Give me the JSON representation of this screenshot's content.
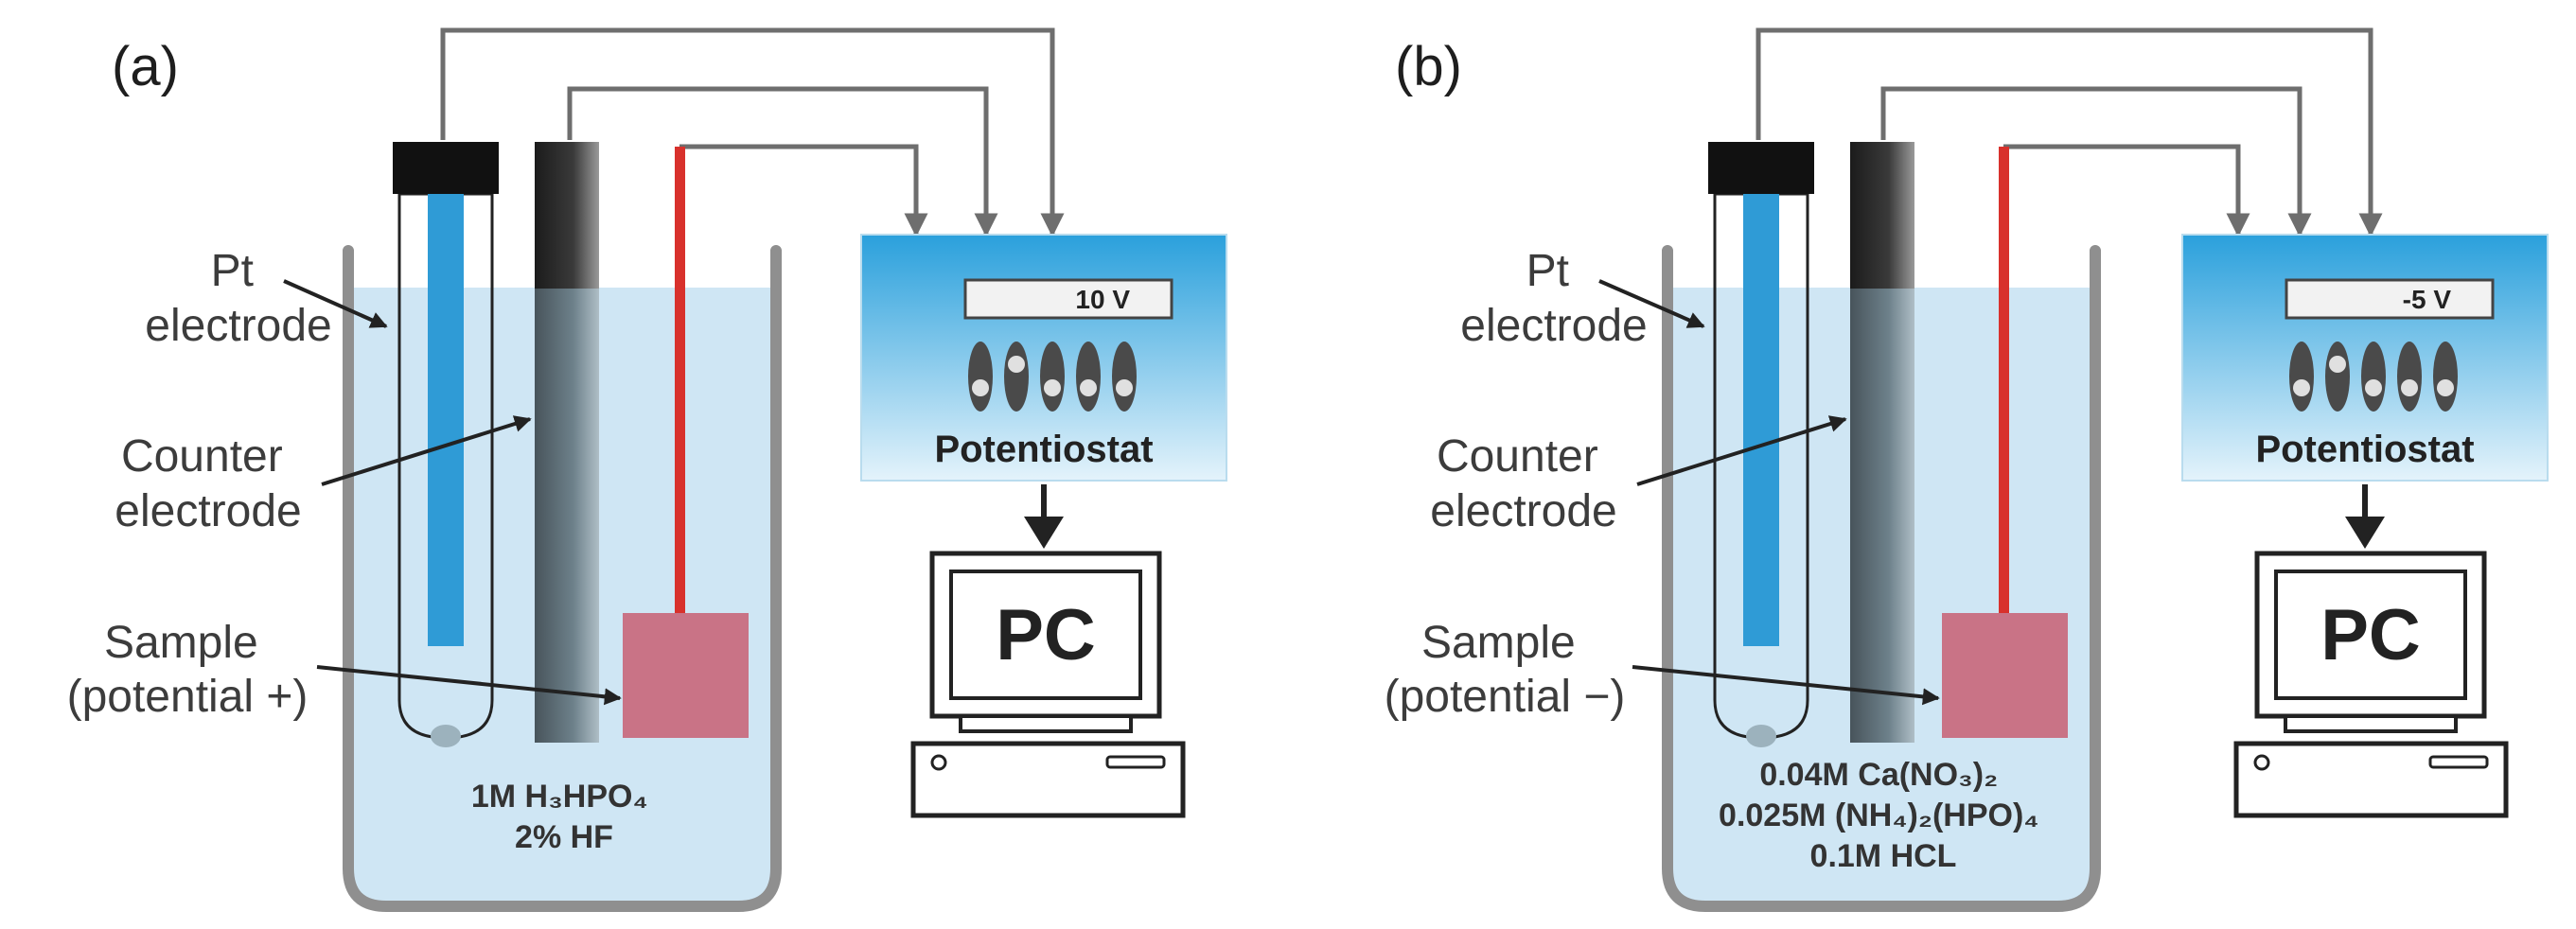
{
  "panels": [
    {
      "id": "a",
      "label": "(a)",
      "pt_label": [
        "Pt",
        "electrode"
      ],
      "counter_label": [
        "Counter",
        "electrode"
      ],
      "sample_label": [
        "Sample",
        "(potential +)"
      ],
      "solution": [
        "1M H₃HPO₄",
        "2% HF"
      ],
      "voltage": "10 V",
      "potentiostat": "Potentiostat",
      "pc": "PC"
    },
    {
      "id": "b",
      "label": "(b)",
      "pt_label": [
        "Pt",
        "electrode"
      ],
      "counter_label": [
        "Counter",
        "electrode"
      ],
      "sample_label": [
        "Sample",
        "(potential −)"
      ],
      "solution": [
        "0.04M Ca(NO₃)₂",
        "0.025M (NH₄)₂(HPO)₄",
        "0.1M HCL"
      ],
      "voltage": "-5 V",
      "potentiostat": "Potentiostat",
      "pc": "PC"
    }
  ],
  "colors": {
    "solution": "#cfe6f4",
    "beaker": "#8f8f8f",
    "pt_tube": "#2f9bd6",
    "counter_electrode": "#3f5866",
    "sample": "#c97386",
    "sample_wire": "#d8312c",
    "wire": "#6e6e6e",
    "potentiostat_top": "#2aa0dc",
    "potentiostat_bottom": "#e4f3fb"
  },
  "icons": [
    "potentiostat-knob-icon",
    "pc-monitor-icon",
    "pc-tower-icon",
    "arrow-down-icon"
  ]
}
